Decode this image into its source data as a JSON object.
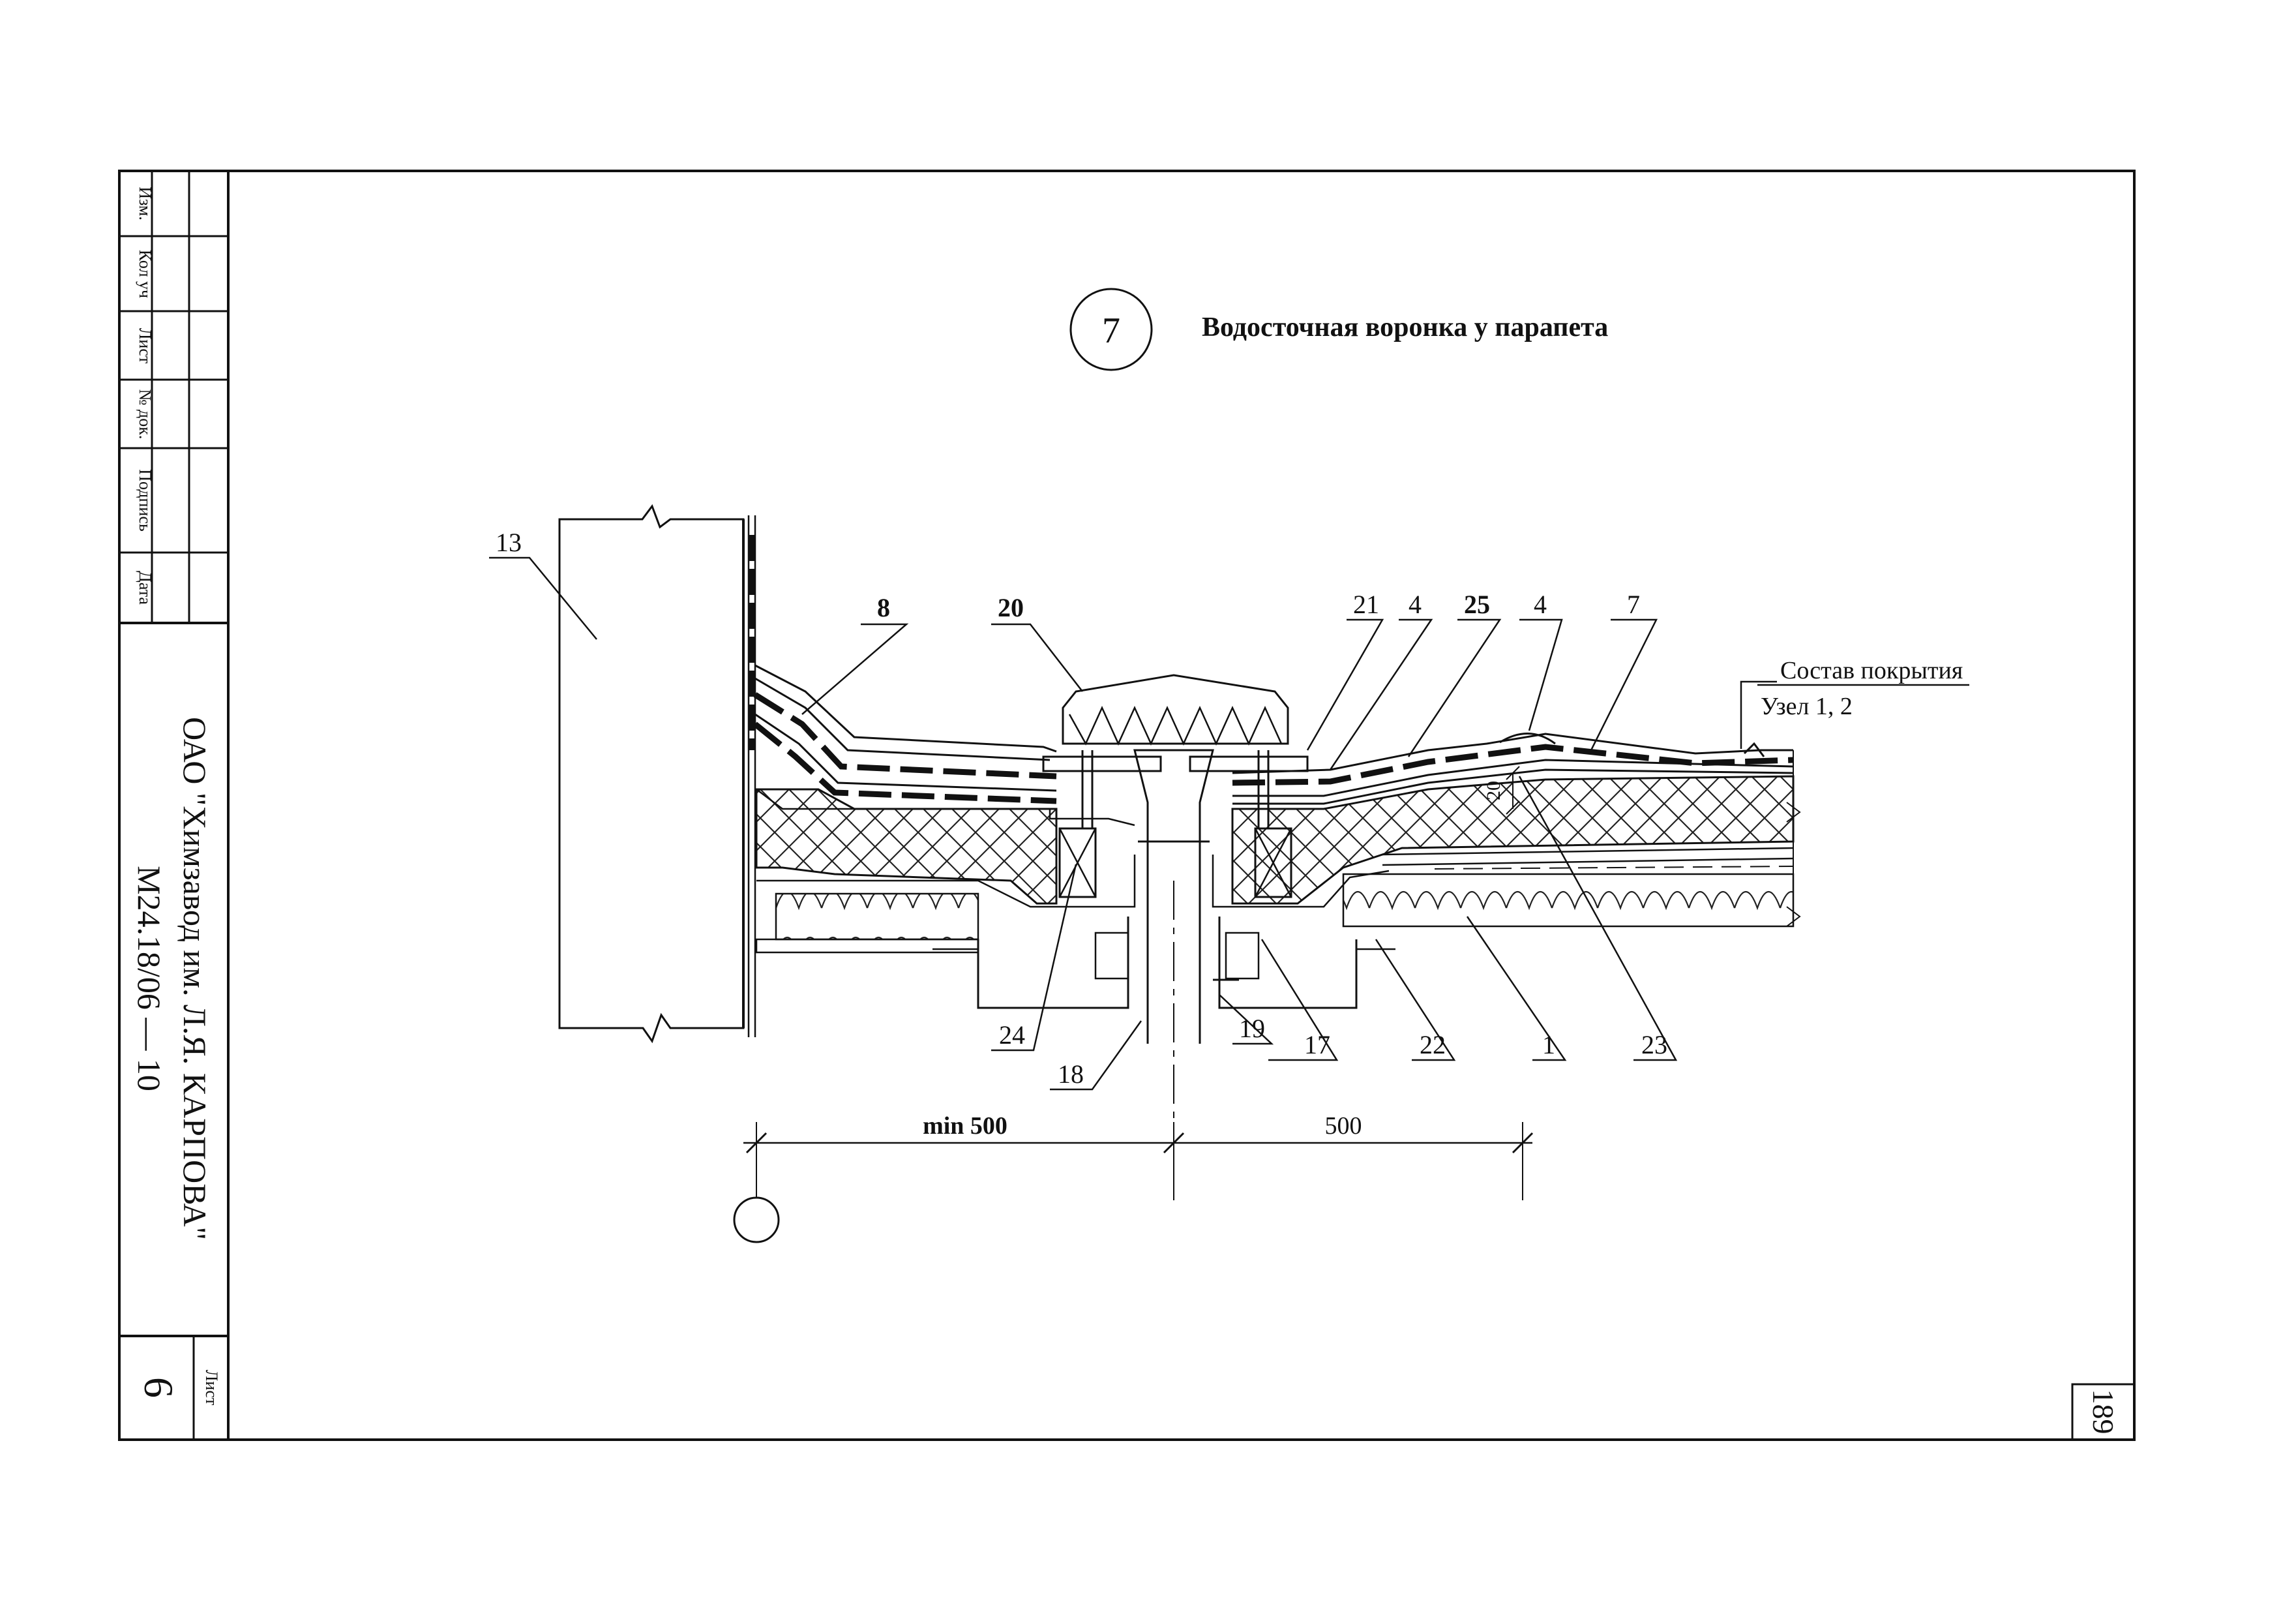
{
  "detail": {
    "number": "7",
    "title": "Водосточная воронка у парапета"
  },
  "leaders": {
    "l13": "13",
    "l8": "8",
    "l20": "20",
    "l21": "21",
    "l4a": "4",
    "l25": "25",
    "l4b": "4",
    "l7": "7",
    "l24": "24",
    "l18": "18",
    "l19": "19",
    "l17": "17",
    "l22": "22",
    "l1": "1",
    "l23": "23"
  },
  "roof_note": {
    "line1": "Состав покрытия",
    "line2": "Узел 1, 2"
  },
  "dimensions": {
    "left": "min 500",
    "right": "500",
    "layer": "20"
  },
  "stamp": {
    "col_labels": [
      "Изм.",
      "Кол уч",
      "Лист",
      "№ док.",
      "Подпись",
      "Дата"
    ],
    "org_line1": "ОАО \"Химзавод им. Л.Я. КАРПОВА\"",
    "org_line2": "М24.18/06 — 10",
    "sheet_label": "Лист",
    "sheet_no": "6"
  },
  "page_number": "189"
}
